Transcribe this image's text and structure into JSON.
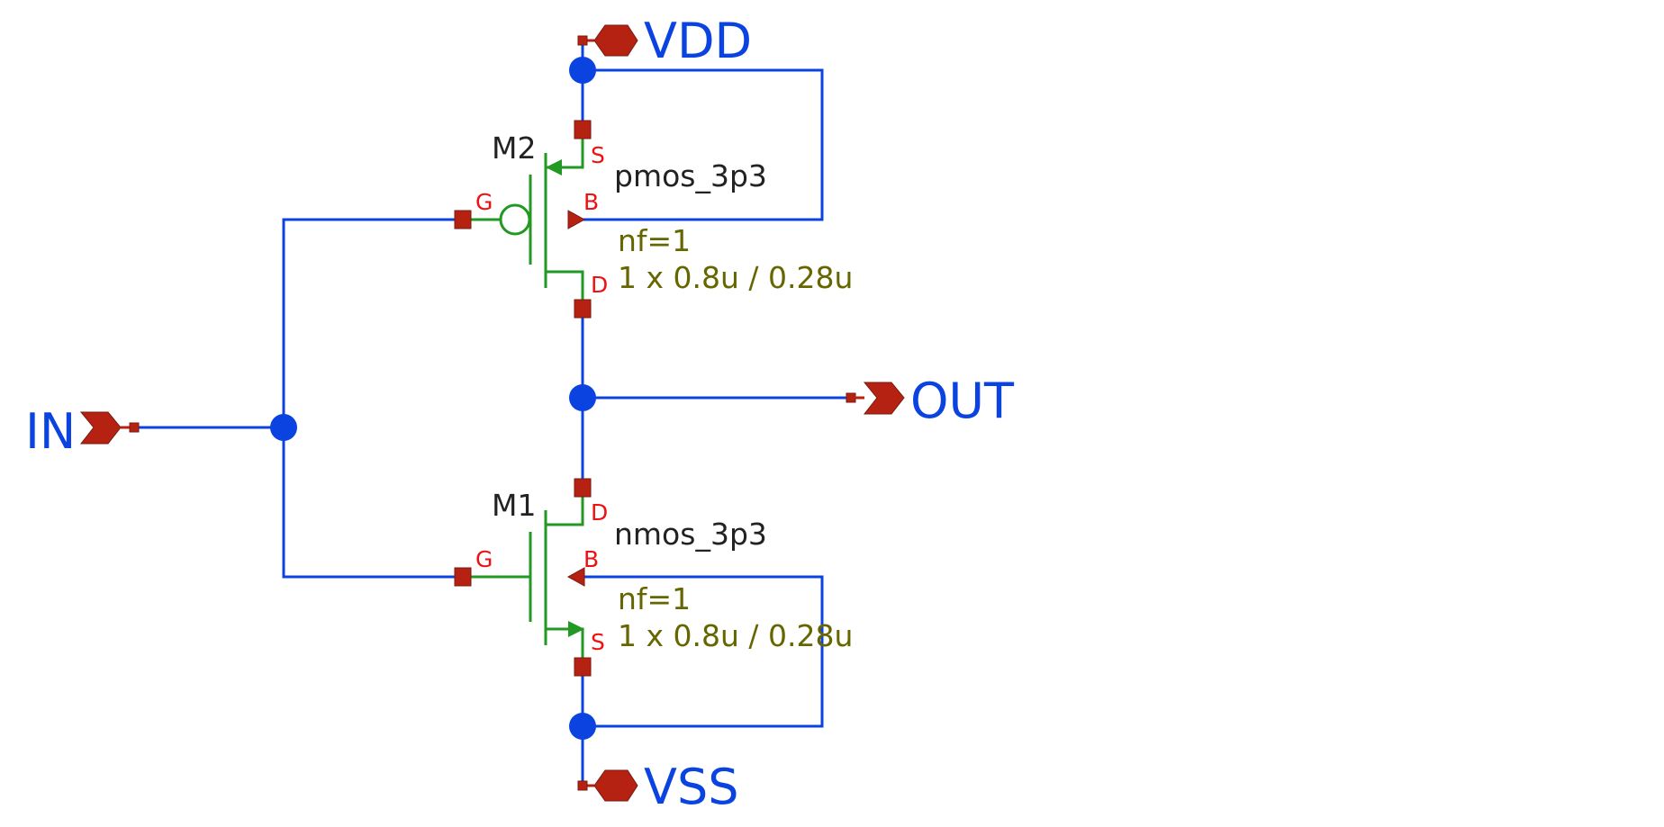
{
  "ports": {
    "vdd": "VDD",
    "vss": "VSS",
    "in": "IN",
    "out": "OUT"
  },
  "pmos": {
    "instance": "M2",
    "model": "pmos_3p3",
    "nf": "nf=1",
    "size": "1 x 0.8u / 0.28u",
    "pins": {
      "s": "S",
      "g": "G",
      "b": "B",
      "d": "D"
    }
  },
  "nmos": {
    "instance": "M1",
    "model": "nmos_3p3",
    "nf": "nf=1",
    "size": "1 x 0.8u / 0.28u",
    "pins": {
      "d": "D",
      "g": "G",
      "b": "B",
      "s": "S"
    }
  },
  "colors": {
    "wire": "#0b43e0",
    "device": "#229922",
    "pin_marker": "#b52212",
    "pin_label": "#ee1111",
    "param_text": "#666600",
    "instance_text": "#222222"
  }
}
